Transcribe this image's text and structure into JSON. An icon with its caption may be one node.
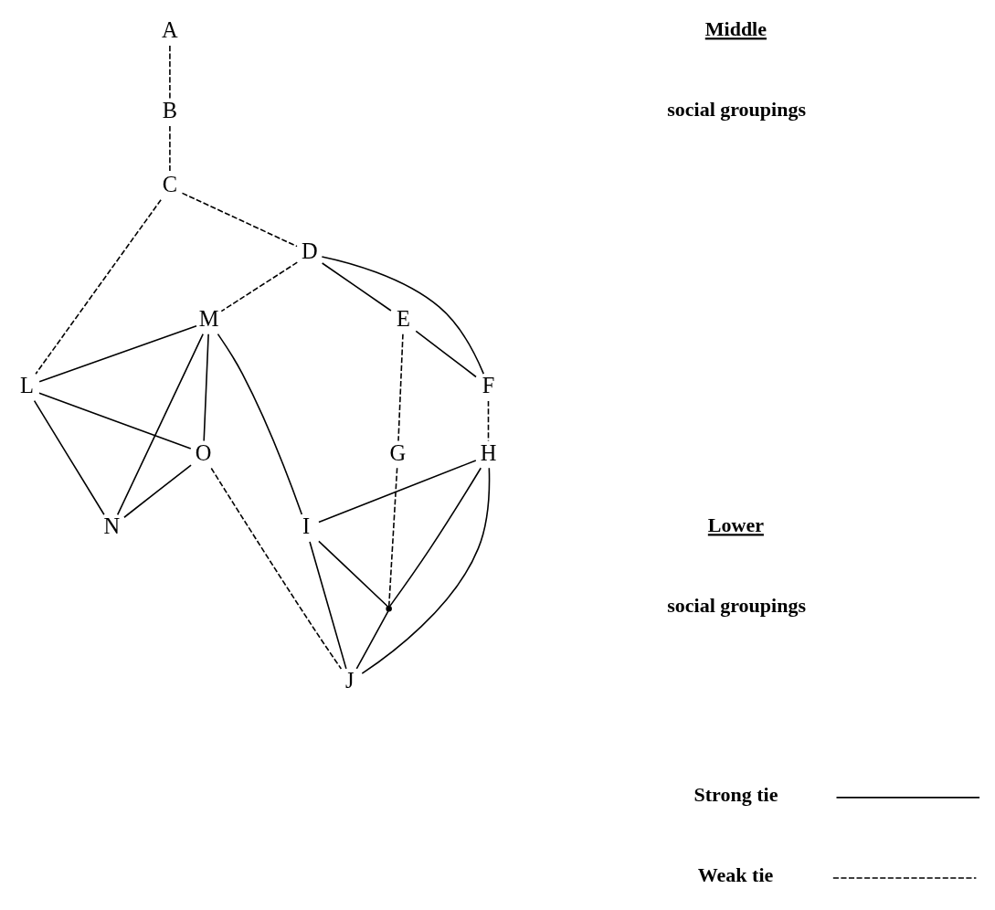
{
  "diagram": {
    "nodes": [
      {
        "text": [
          "A"
        ]
      },
      {
        "text": [
          "B"
        ]
      },
      {
        "text": [
          "G"
        ]
      },
      {
        "text": [
          "C"
        ]
      },
      {
        "text": [
          "D"
        ]
      },
      {
        "text": [
          "E"
        ]
      },
      {
        "text": [
          "F"
        ]
      },
      {
        "text": [
          "H"
        ]
      },
      {
        "text": [
          "I"
        ]
      },
      {
        "text": [],
        "shape": "point"
      },
      {
        "text": [
          "M"
        ]
      },
      {
        "text": [
          "J"
        ]
      },
      {
        "text": [
          "L"
        ]
      },
      {
        "text": [
          "O"
        ]
      },
      {
        "text": [
          "N"
        ]
      }
    ],
    "edges": [
      {
        "from": 0,
        "to": 1,
        "arrow": "none",
        "style": "dashed"
      },
      {
        "from": 1,
        "to": 3,
        "arrow": "none",
        "style": "dashed"
      },
      {
        "from": 3,
        "to": 4,
        "arrow": "none",
        "style": "dashed"
      },
      {
        "from": 3,
        "to": 12,
        "arrow": "none",
        "style": "dashed"
      },
      {
        "from": 4,
        "to": 5,
        "arrow": "none"
      },
      {
        "from": 4,
        "to": 6,
        "arrow": "none"
      },
      {
        "from": 5,
        "to": 6,
        "arrow": "none"
      },
      {
        "from": 5,
        "to": 2,
        "arrow": "none",
        "style": "dashed"
      },
      {
        "from": 2,
        "to": 9,
        "arrow": "none",
        "style": "dashed"
      },
      {
        "from": 4,
        "to": 10,
        "arrow": "none",
        "style": "dashed"
      },
      {
        "from": 6,
        "to": 7,
        "arrow": "none",
        "style": "dashed"
      },
      {
        "from": 7,
        "to": 8,
        "arrow": "none"
      },
      {
        "from": 7,
        "to": 9,
        "arrow": "none"
      },
      {
        "from": 8,
        "to": 11,
        "arrow": "none"
      },
      {
        "from": 9,
        "to": 11,
        "arrow": "none"
      },
      {
        "from": 7,
        "to": 11,
        "arrow": "none"
      },
      {
        "from": 8,
        "to": 9,
        "arrow": "none"
      },
      {
        "from": 10,
        "to": 8,
        "arrow": "none"
      },
      {
        "from": 10,
        "to": 12,
        "arrow": "none"
      },
      {
        "from": 10,
        "to": 13,
        "arrow": "none"
      },
      {
        "from": 12,
        "to": 14,
        "arrow": "none"
      },
      {
        "from": 13,
        "to": 14,
        "arrow": "none"
      },
      {
        "from": 10,
        "to": 14,
        "arrow": "none"
      },
      {
        "from": 12,
        "to": 13,
        "arrow": "none"
      },
      {
        "from": 13,
        "to": 11,
        "arrow": "none",
        "style": "dashed"
      }
    ],
    "labels": [
      "Middle",
      "social groupings",
      "Lower",
      "social groupings"
    ],
    "legend": [
      {
        "text": "Strong tie"
      },
      {
        "text": "Weak tie"
      }
    ]
  }
}
